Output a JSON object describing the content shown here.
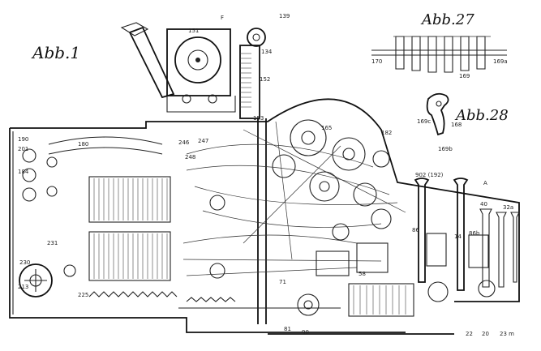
{
  "figures": {
    "fig1": "Abb.1",
    "fig27": "Abb.27",
    "fig28": "Abb.28"
  },
  "refs": {
    "r_F": "F",
    "r_139": "139",
    "r_151": "151",
    "r_134": "134",
    "r_152": "152",
    "r_153": "153",
    "r_170": "170",
    "r_169": "169",
    "r_169a": "169a",
    "r_169b": "169b",
    "r_169c": "169c",
    "r_168": "168",
    "r_180": "180",
    "r_190": "190",
    "r_201": "201",
    "r_184": "184",
    "r_246": "246",
    "r_247": "247",
    "r_248": "248",
    "r_165": "165",
    "r_182": "182",
    "r_902": "902 (192)",
    "r_A": "A",
    "r_40": "40",
    "r_32a": "32a",
    "r_230": "230",
    "r_231": "231",
    "r_213": "213",
    "r_225": "225",
    "r_22": "22",
    "r_20": "20",
    "r_23m": "23 m",
    "r_81": "81",
    "r_90": "90",
    "r_71": "71",
    "r_86": "86",
    "r_58": "58",
    "r_14": "14",
    "r_86b": "86b"
  }
}
